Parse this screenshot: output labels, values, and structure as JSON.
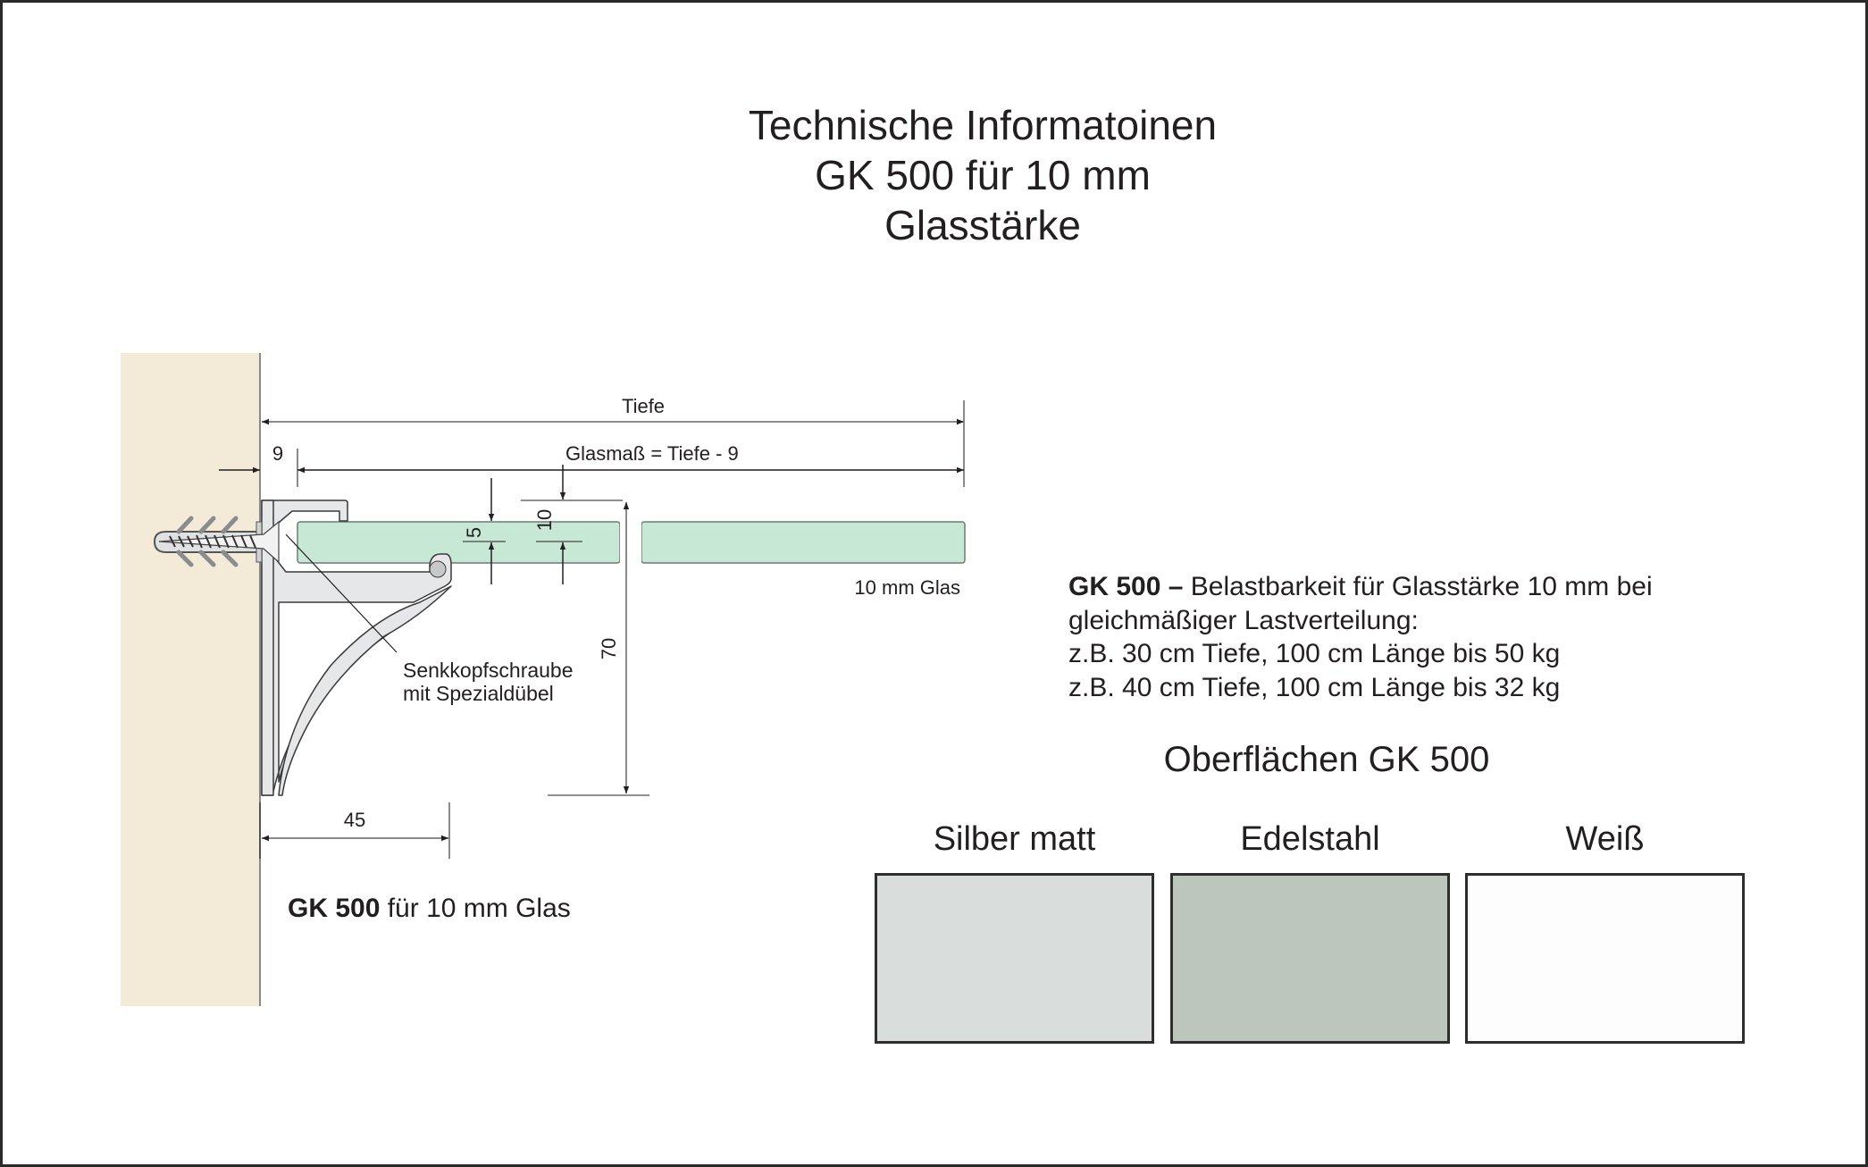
{
  "title": {
    "line1": "Technische Informatoinen",
    "line2": "GK 500 für 10 mm",
    "line3": "Glasstärke"
  },
  "drawing": {
    "dimensions": {
      "depth_label": "Tiefe",
      "glass_measure_label": "Glasmaß = Tiefe - 9",
      "offset_label": "9",
      "five_label": "5",
      "ten_label": "10",
      "seventy_label": "70",
      "fortyfive_label": "45"
    },
    "glass_label": "10 mm Glas",
    "screw_note": {
      "line1": "Senkkopfschraube",
      "line2": "mit Spezialdübel"
    },
    "colors": {
      "wall": "#f3ead8",
      "glass": "#c8e8d6",
      "bracket": "#e6e7e8",
      "line": "#231f20"
    }
  },
  "caption": {
    "bold": "GK 500",
    "rest": " für 10 mm Glas"
  },
  "spec": {
    "bold": "GK 500 –",
    "line1_rest": " Belastbarkeit für Glasstärke 10 mm bei",
    "line2": "gleichmäßiger Lastverteilung:",
    "line3": "z.B. 30 cm Tiefe, 100 cm Länge bis 50 kg",
    "line4": "z.B. 40 cm Tiefe, 100 cm Länge bis 32 kg"
  },
  "surfaces": {
    "title": "Oberflächen GK 500",
    "items": [
      {
        "label": "Silber matt",
        "color": "#d9dedc"
      },
      {
        "label": "Edelstahl",
        "color": "#bdc6bc"
      },
      {
        "label": "Weiß",
        "color": "#fdfdfd"
      }
    ]
  }
}
